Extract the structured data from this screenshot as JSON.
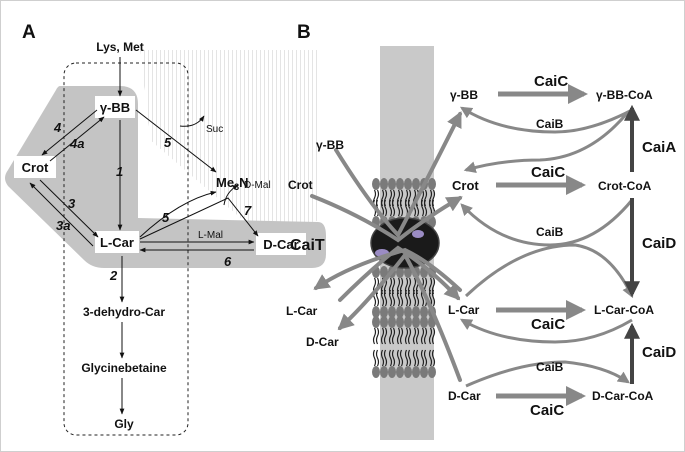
{
  "panel_a": {
    "label": "A",
    "sources": "Lys, Met",
    "gbb": "γ-BB",
    "crot": "Crot",
    "lcar": "L-Car",
    "dcar": "D-Car",
    "me3n_base": "Me",
    "me3n_sub": "3",
    "me3n_end": "N",
    "suc": "Suc",
    "dmal": "D-Mal",
    "lmal": "L-Mal",
    "dehydro": "3-dehydro-Car",
    "glycinebetaine": "Glycinebetaine",
    "gly": "Gly",
    "steps": {
      "s1": "1",
      "s2": "2",
      "s3": "3",
      "s3a": "3a",
      "s4": "4",
      "s4a": "4a",
      "s5a": "5",
      "s5b": "5",
      "s6": "6",
      "s7": "7"
    }
  },
  "panel_b": {
    "label": "B",
    "cait": "CaiT",
    "in_gbb": "γ-BB",
    "in_crot": "Crot",
    "out_lcar": "L-Car",
    "out_dcar": "D-Car",
    "gbb": "γ-BB",
    "crot": "Crot",
    "lcar": "L-Car",
    "dcar": "D-Car",
    "gbb_coa": "γ-BB-CoA",
    "crot_coa": "Crot-CoA",
    "lcar_coa": "L-Car-CoA",
    "dcar_coa": "D-Car-CoA",
    "caic1": "CaiC",
    "caic2": "CaiC",
    "caic3": "CaiC",
    "caic4": "CaiC",
    "caib1": "CaiB",
    "caib2": "CaiB",
    "caib3": "CaiB",
    "caia": "CaiA",
    "caid1": "CaiD",
    "caid2": "CaiD"
  }
}
